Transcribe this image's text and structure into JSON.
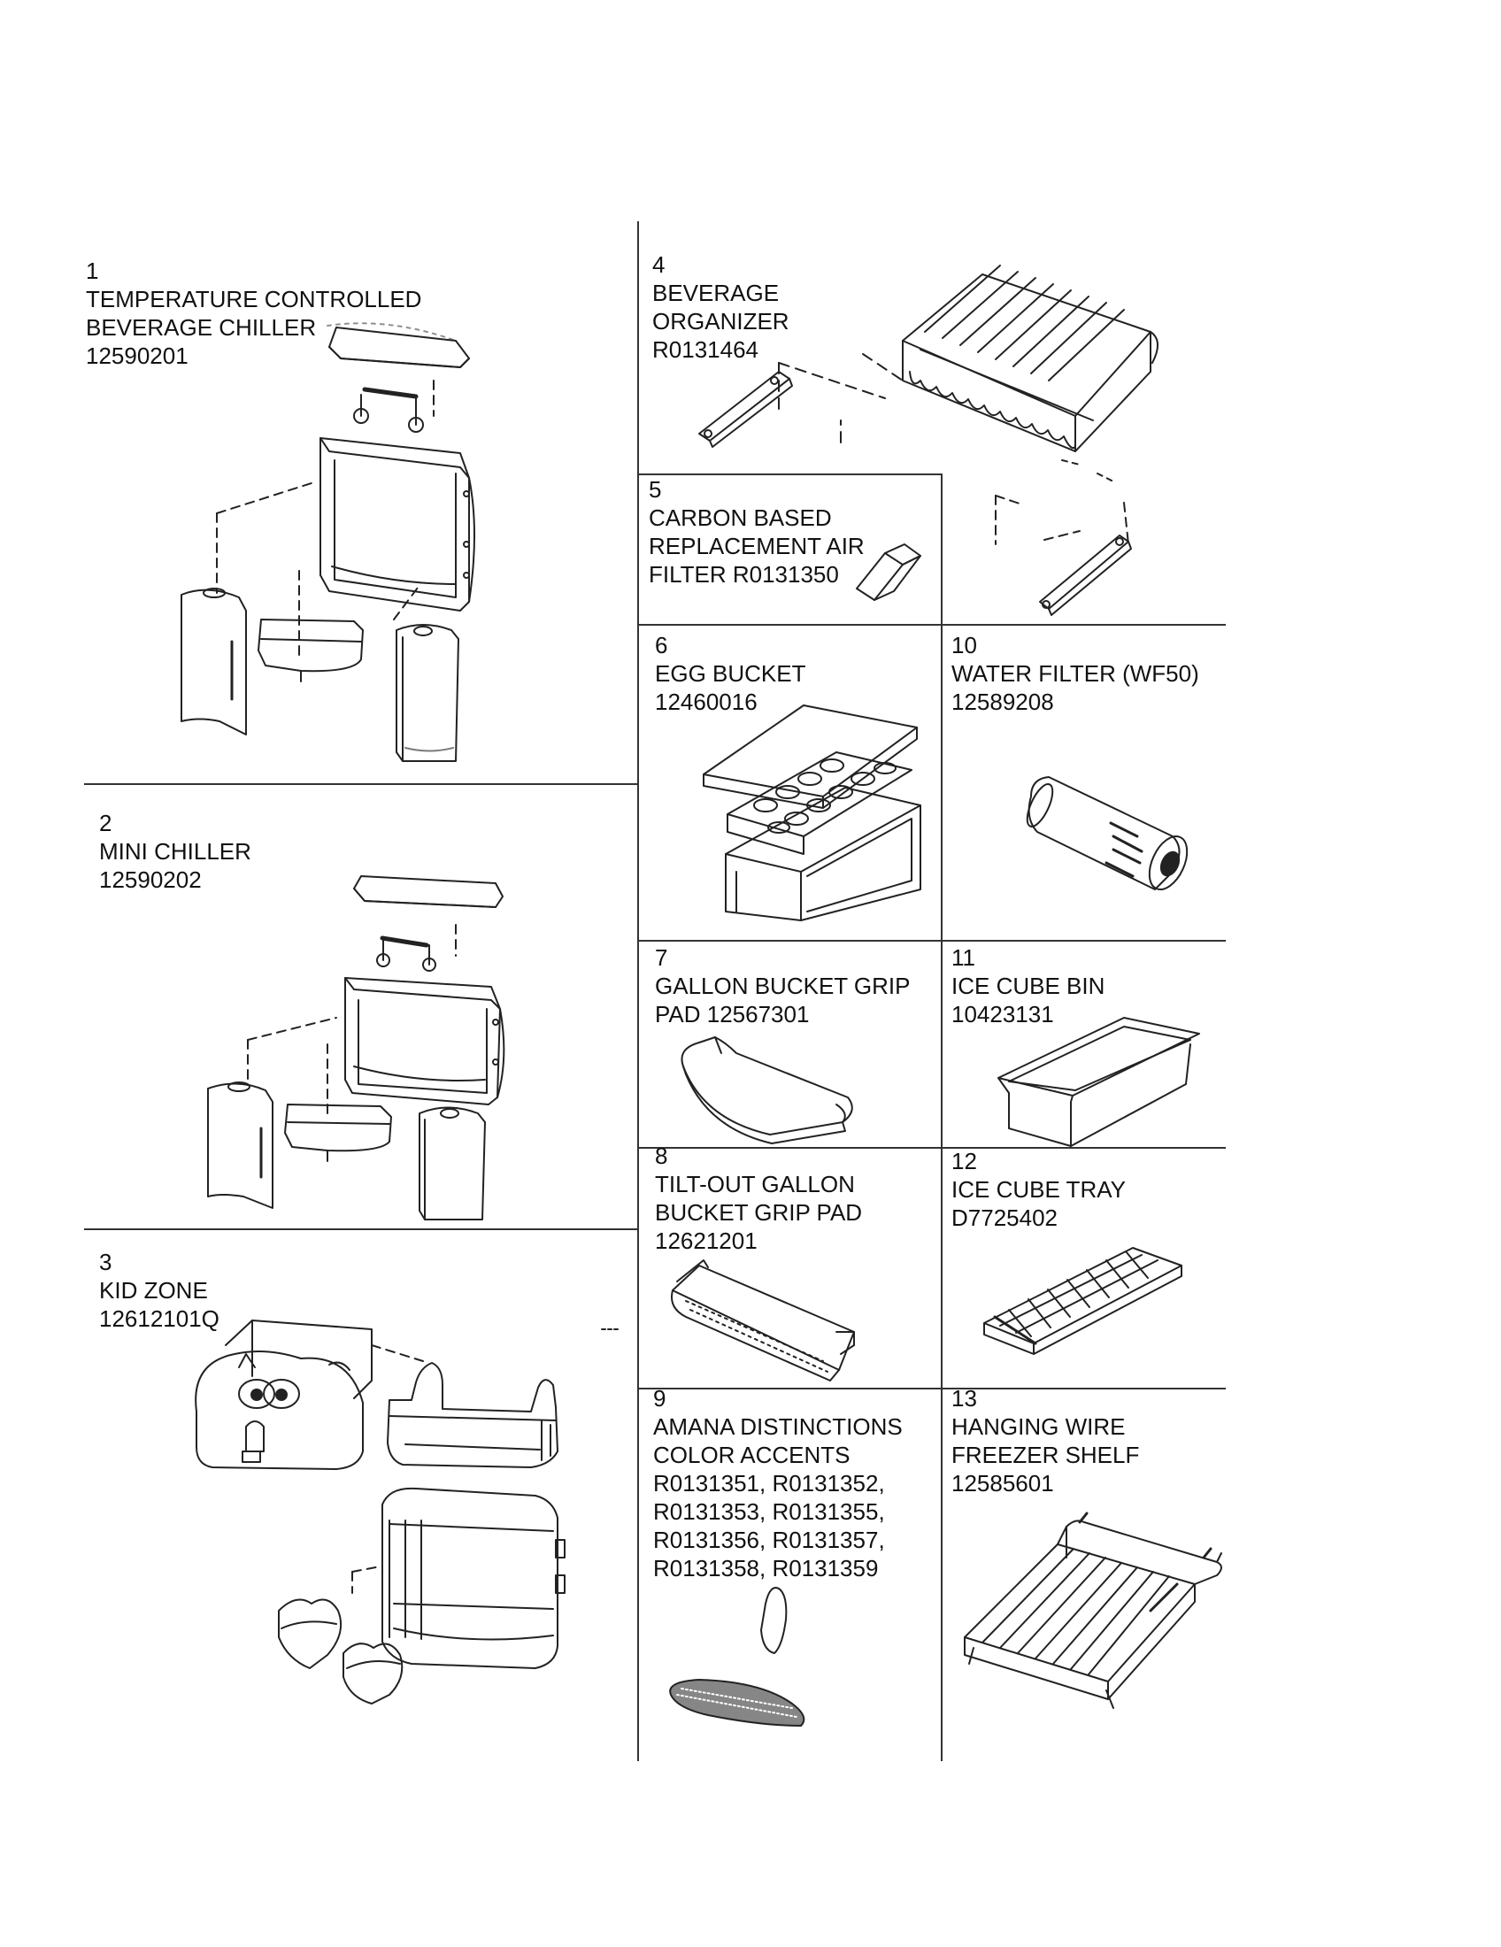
{
  "parts": [
    {
      "num": "1",
      "lines": [
        "TEMPERATURE CONTROLLED",
        "BEVERAGE CHILLER",
        "12590201"
      ]
    },
    {
      "num": "2",
      "lines": [
        "MINI CHILLER",
        "12590202"
      ]
    },
    {
      "num": "3",
      "lines": [
        "KID ZONE",
        "12612101Q"
      ]
    },
    {
      "num": "4",
      "lines": [
        "BEVERAGE",
        "ORGANIZER",
        "R0131464"
      ]
    },
    {
      "num": "5",
      "lines": [
        "CARBON BASED",
        "REPLACEMENT AIR",
        "FILTER R0131350"
      ]
    },
    {
      "num": "6",
      "lines": [
        "EGG BUCKET",
        "12460016"
      ]
    },
    {
      "num": "7",
      "lines": [
        "GALLON BUCKET GRIP",
        "PAD 12567301"
      ]
    },
    {
      "num": "8",
      "lines": [
        "TILT-OUT GALLON",
        "BUCKET GRIP PAD",
        "12621201"
      ]
    },
    {
      "num": "9",
      "lines": [
        "AMANA DISTINCTIONS",
        "COLOR ACCENTS",
        "R0131351, R0131352,",
        "R0131353, R0131355,",
        "R0131356, R0131357,",
        "R0131358, R0131359"
      ]
    },
    {
      "num": "10",
      "lines": [
        "WATER FILTER (WF50)",
        "12589208"
      ]
    },
    {
      "num": "11",
      "lines": [
        "ICE CUBE BIN",
        "10423131"
      ]
    },
    {
      "num": "12",
      "lines": [
        "ICE CUBE TRAY",
        "D7725402"
      ]
    },
    {
      "num": "13",
      "lines": [
        "HANGING WIRE",
        "FREEZER SHELF",
        "12585601"
      ]
    }
  ]
}
